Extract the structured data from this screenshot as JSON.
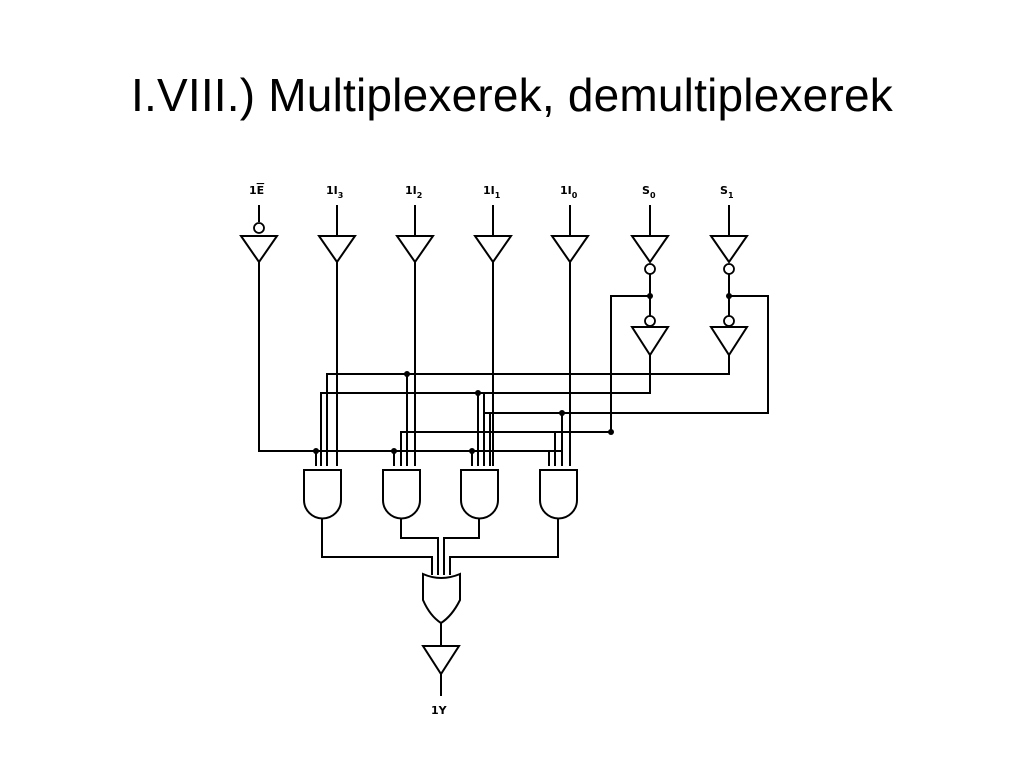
{
  "title": "I.VIII.) Multiplexerek, demultiplexerek",
  "diagram": {
    "inputs": [
      {
        "id": "enable",
        "prefix": "1",
        "main": "E",
        "overbar": true
      },
      {
        "id": "i3",
        "prefix": "1I",
        "sub": "3"
      },
      {
        "id": "i2",
        "prefix": "1I",
        "sub": "2"
      },
      {
        "id": "i1",
        "prefix": "1I",
        "sub": "1"
      },
      {
        "id": "i0",
        "prefix": "1I",
        "sub": "0"
      },
      {
        "id": "s0",
        "prefix": "S",
        "sub": "0"
      },
      {
        "id": "s1",
        "prefix": "S",
        "sub": "1"
      }
    ],
    "output_label": "1Y",
    "and_gate_count": 4,
    "or_gate_count": 1
  }
}
